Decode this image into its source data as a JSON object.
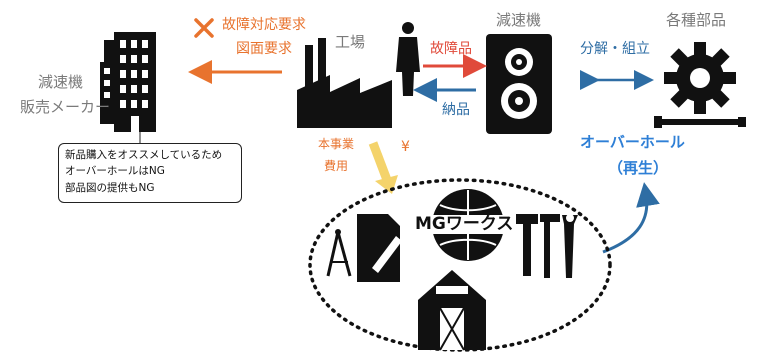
{
  "dealer": {
    "line1": "減速機",
    "line2": "販売メーカー"
  },
  "factory": {
    "label": "工場"
  },
  "reducer": {
    "label": "減速機"
  },
  "parts": {
    "label": "各種部品"
  },
  "request": {
    "line1": "故障対応要求",
    "line2": "図面要求"
  },
  "faulty_label": "故障品",
  "delivery_label": "納品",
  "disassembly_label": "分解・組立",
  "callout": {
    "lines": [
      "新品購入をオススメしているため",
      "オーバーホールはNG",
      "部品図の提供もNG"
    ]
  },
  "project_cost": {
    "line1": "本事業",
    "line2": "費用",
    "yen": "¥"
  },
  "overhaul": {
    "line1": "オーバーホール",
    "line2": "（再生）"
  },
  "mg_works": {
    "label": "MGワークス"
  },
  "colors": {
    "orange": "#e8732e",
    "red": "#e04a3a",
    "blue": "#2e6da4",
    "yellow": "#f4d36b",
    "black": "#111111"
  },
  "icons": [
    "office-building-icon",
    "factory-icon",
    "worker-icon",
    "speaker-reducer-icon",
    "gear-icon",
    "drafting-icon",
    "globe-icon",
    "tools-icon",
    "barn-icon",
    "cross-icon"
  ]
}
